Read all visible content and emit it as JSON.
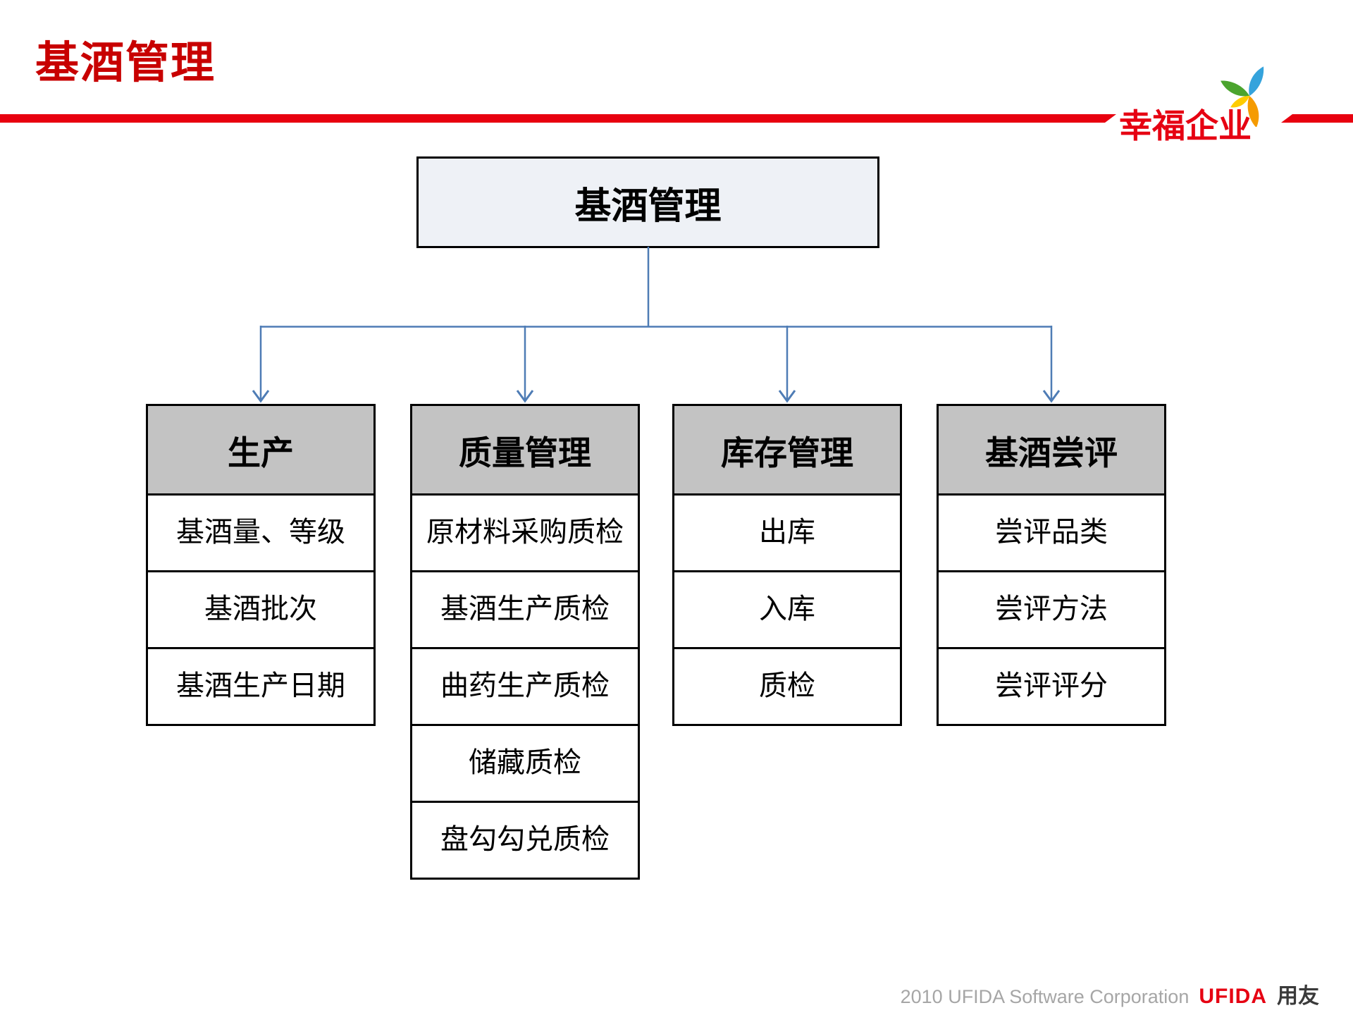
{
  "slide": {
    "title": "基酒管理",
    "brand": {
      "logo_text": "幸福企业"
    },
    "footer": {
      "copyright": "2010 UFIDA Software Corporation",
      "brand_en": "UFIDA",
      "brand_cn": "用友"
    }
  },
  "diagram": {
    "root": {
      "label": "基酒管理"
    },
    "columns": [
      {
        "header": "生产",
        "items": [
          "基酒量、等级",
          "基酒批次",
          "基酒生产日期"
        ]
      },
      {
        "header": "质量管理",
        "items": [
          "原材料采购质检",
          "基酒生产质检",
          "曲药生产质检",
          "储藏质检",
          "盘勾勾兑质检"
        ]
      },
      {
        "header": "库存管理",
        "items": [
          "出库",
          "入库",
          "质检"
        ]
      },
      {
        "header": "基酒尝评",
        "items": [
          "尝评品类",
          "尝评方法",
          "尝评评分"
        ]
      }
    ]
  },
  "colors": {
    "title_red": "#C80000",
    "band_red": "#E8000F",
    "logo_red": "#E60012",
    "connector_blue": "#4E7CB5",
    "header_fill": "#C3C3C3",
    "root_fill": "#EEF1F6",
    "border_black": "#000000",
    "footer_gray": "#A6A6A6",
    "brand_dark": "#3A3A3A",
    "pinwheel_green": "#4BA42E",
    "pinwheel_blue": "#35A3DC",
    "pinwheel_orange": "#F59B00",
    "pinwheel_yellow": "#FFCC00"
  }
}
